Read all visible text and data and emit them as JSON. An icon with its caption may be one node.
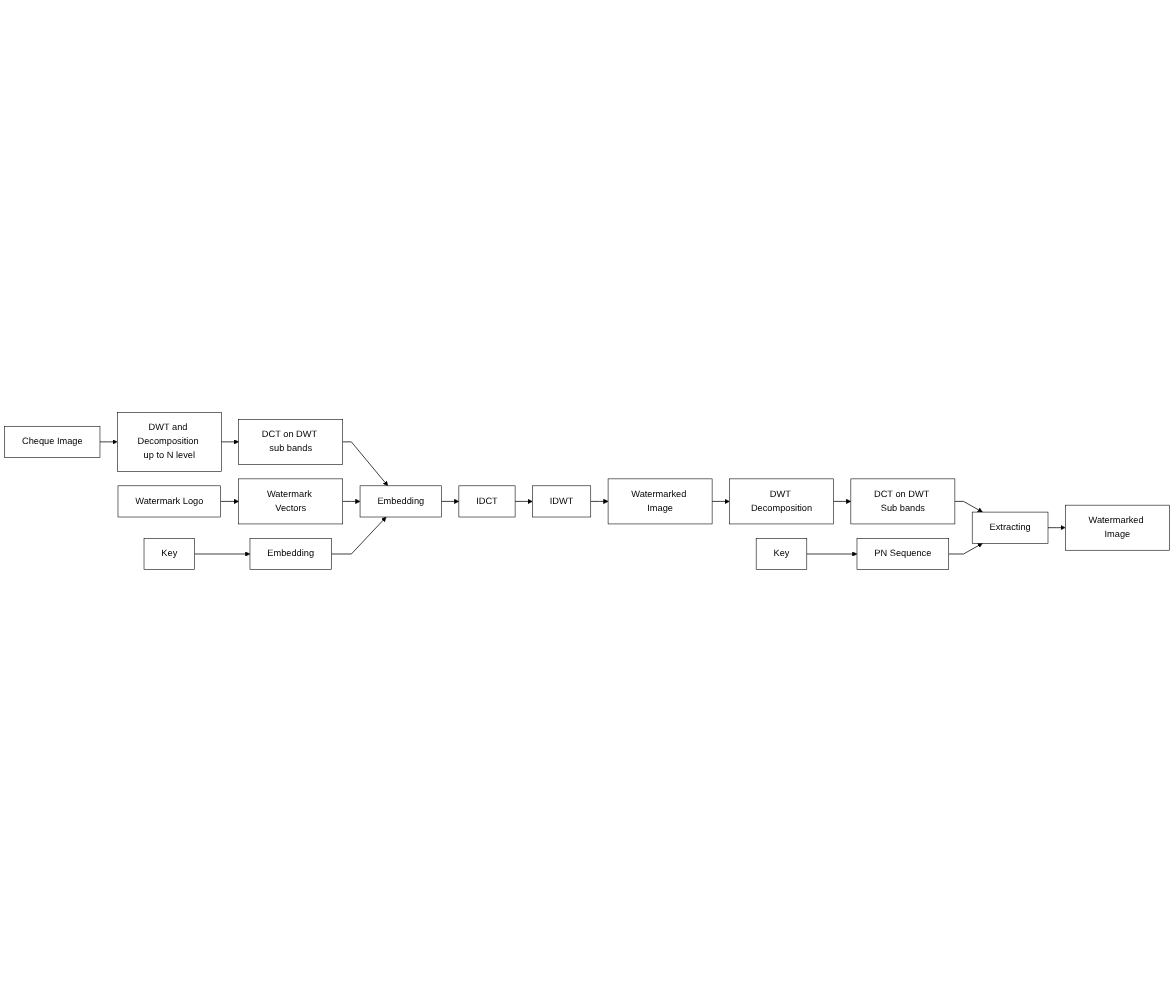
{
  "diagram": {
    "nodes": [
      {
        "text": [
          "Cheque Image"
        ]
      },
      {
        "text": [
          "DWT and Decomposition up to N level"
        ]
      },
      {
        "text": [
          "DCT on DWT sub bands"
        ]
      },
      {
        "text": [
          "Watermark Logo"
        ]
      },
      {
        "text": [
          "Watermark Vectors"
        ]
      },
      {
        "text": [
          "Embedding"
        ]
      },
      {
        "text": [
          "IDCT"
        ]
      },
      {
        "text": [
          "IDWT"
        ]
      },
      {
        "text": [
          "Key"
        ]
      },
      {
        "text": [
          "Embedding"
        ]
      },
      {
        "text": [
          "Watermarked Image"
        ]
      },
      {
        "text": [
          "DWT Decomposition"
        ]
      },
      {
        "text": [
          "DCT on DWT Sub bands"
        ]
      },
      {
        "text": [
          "Extracting"
        ]
      },
      {
        "text": [
          "Watermarked Image"
        ]
      },
      {
        "text": [
          "PN Sequence"
        ]
      },
      {
        "text": [
          "Key"
        ]
      }
    ],
    "edges": [
      {
        "from": 0,
        "to": 1,
        "arrow": "to"
      },
      {
        "from": 1,
        "to": 2,
        "arrow": "to"
      },
      {
        "from": 2,
        "to": 5,
        "arrow": "to"
      },
      {
        "from": 3,
        "to": 4,
        "arrow": "to"
      },
      {
        "from": 4,
        "to": 5,
        "arrow": "to"
      },
      {
        "from": 5,
        "to": 6,
        "arrow": "to"
      },
      {
        "from": 6,
        "to": 7,
        "arrow": "to"
      },
      {
        "from": 7,
        "to": 10,
        "arrow": "to"
      },
      {
        "from": 8,
        "to": 9,
        "arrow": "to"
      },
      {
        "from": 9,
        "to": 5,
        "arrow": "to"
      },
      {
        "from": 10,
        "to": 11,
        "arrow": "to"
      },
      {
        "from": 11,
        "to": 12,
        "arrow": "to"
      },
      {
        "from": 12,
        "to": 13,
        "arrow": "to"
      },
      {
        "from": 13,
        "to": 14,
        "arrow": "to"
      },
      {
        "from": 16,
        "to": 15,
        "arrow": "to"
      },
      {
        "from": 15,
        "to": 13,
        "arrow": "to"
      }
    ]
  }
}
